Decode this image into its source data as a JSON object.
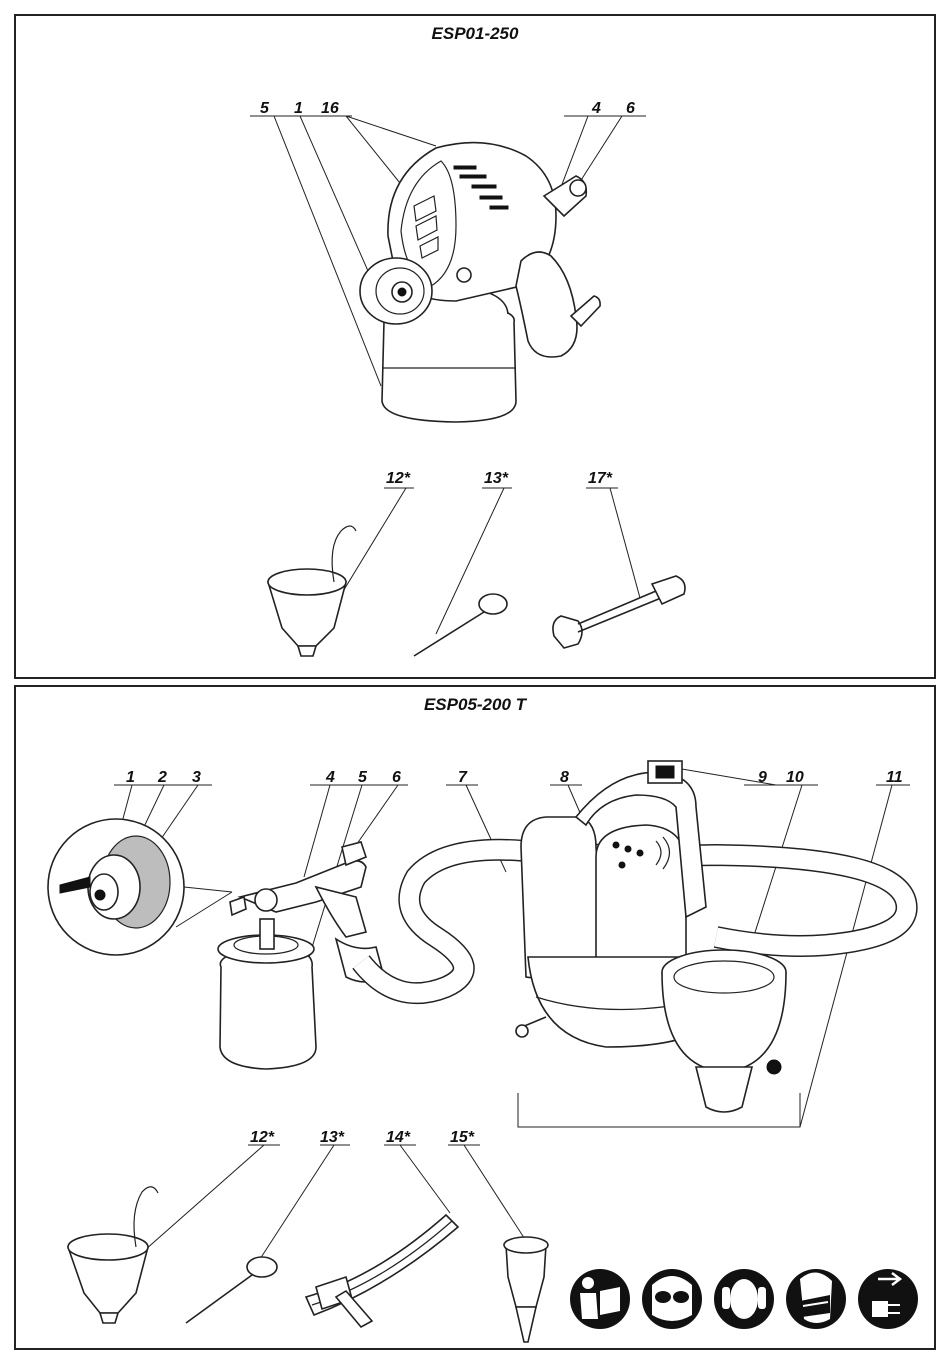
{
  "top": {
    "model": "ESP01-250",
    "labels": {
      "l5": "5",
      "l1": "1",
      "l16": "16",
      "l4": "4",
      "l6": "6",
      "l12": "12*",
      "l13": "13*",
      "l17": "17*"
    }
  },
  "bottom": {
    "model": "ESP05-200 T",
    "labels": {
      "l1": "1",
      "l2": "2",
      "l3": "3",
      "l4": "4",
      "l5": "5",
      "l6": "6",
      "l7": "7",
      "l8": "8",
      "l9": "9",
      "l10": "10",
      "l11": "11",
      "l12": "12*",
      "l13": "13*",
      "l14": "14*",
      "l15": "15*"
    }
  },
  "safety_icons": [
    "read-manual-icon",
    "safety-goggles-icon",
    "ear-protection-icon",
    "face-mask-icon",
    "unplug-icon"
  ]
}
